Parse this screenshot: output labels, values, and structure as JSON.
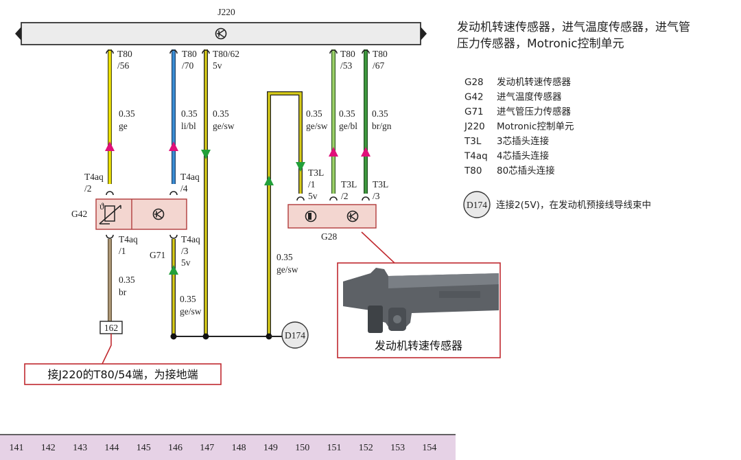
{
  "diagram": {
    "ecu_label": "J220",
    "title_line1": "发动机转速传感器，进气温度传感器，进气管",
    "title_line2": "压力传感器，Motronic控制单元",
    "legend": [
      {
        "code": "G28",
        "desc": "发动机转速传感器"
      },
      {
        "code": "G42",
        "desc": "进气温度传感器"
      },
      {
        "code": "G71",
        "desc": "进气管压力传感器"
      },
      {
        "code": "J220",
        "desc": "Motronic控制单元"
      },
      {
        "code": "T3L",
        "desc": "3芯插头连接"
      },
      {
        "code": "T4aq",
        "desc": "4芯插头连接"
      },
      {
        "code": "T80",
        "desc": "80芯插头连接"
      }
    ],
    "d174": {
      "label": "D174",
      "desc": "连接2(5V)，在发动机预接线导线束中"
    },
    "pins": {
      "t80_56": [
        "T80",
        "/56"
      ],
      "t80_70": [
        "T80",
        "/70"
      ],
      "t80_62": [
        "T80/62",
        "5v"
      ],
      "t80_53": [
        "T80",
        "/53"
      ],
      "t80_67": [
        "T80",
        "/67"
      ],
      "t4aq_2": [
        "T4aq",
        "/2"
      ],
      "t4aq_4": [
        "T4aq",
        "/4"
      ],
      "t4aq_1": [
        "T4aq",
        "/1"
      ],
      "t4aq_3": [
        "T4aq",
        "/3",
        "5v"
      ],
      "t3l_1": [
        "T3L",
        "/1",
        "5v"
      ],
      "t3l_2": [
        "T3L",
        "/2"
      ],
      "t3l_3": [
        "T3L",
        "/3"
      ]
    },
    "wires": {
      "w56": [
        "0.35",
        "ge"
      ],
      "w70": [
        "0.35",
        "li/bl"
      ],
      "w62": [
        "0.35",
        "ge/sw"
      ],
      "w3l1": [
        "0.35",
        "ge/sw"
      ],
      "w53": [
        "0.35",
        "ge/bl"
      ],
      "w67": [
        "0.35",
        "br/gn"
      ],
      "wbr": [
        "0.35",
        "br"
      ],
      "wg71": [
        "0.35",
        "ge/sw"
      ],
      "wd174": [
        "0.35",
        "ge/sw"
      ]
    },
    "components": {
      "g42": "G42",
      "g71": "G71",
      "g28": "G28"
    },
    "ground_ref": "162",
    "ground_callout": "接J220的T80/54端，为接地端",
    "photo_caption": "发动机转速传感器",
    "grid": [
      "141",
      "142",
      "143",
      "144",
      "145",
      "146",
      "147",
      "148",
      "149",
      "150",
      "151",
      "152",
      "153",
      "154"
    ],
    "colors": {
      "yellow": "#f2e600",
      "blue": "#3b8fd6",
      "ge_sw": "#d8cc18",
      "ge_bl": "#9ed26a",
      "br_gn": "#3f9a3f",
      "brown": "#b09a78",
      "box_fill": "#f3d6d0",
      "callout_red": "#c0282e",
      "magenta_arrow": "#e0107a",
      "green_arrow": "#22a03a",
      "grid_band": "#e6d2e6"
    }
  }
}
